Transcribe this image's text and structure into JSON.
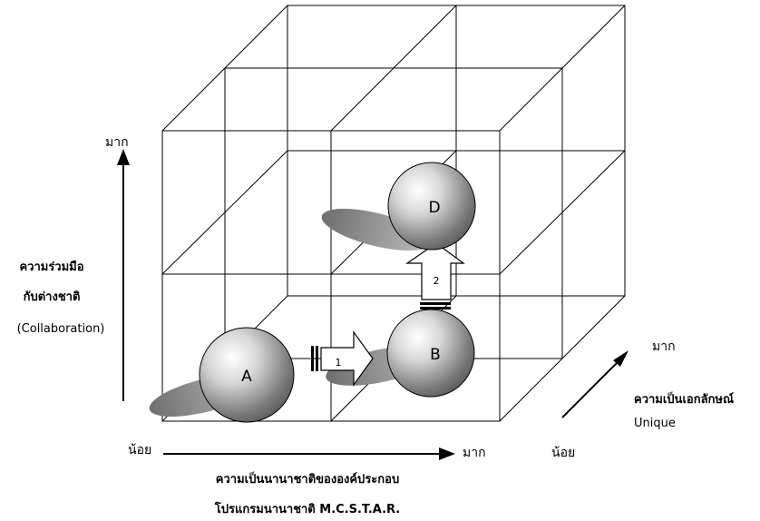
{
  "axes": {
    "vertical": {
      "high": "มาก",
      "title_line1": "ความร่วมมือ",
      "title_line2": "กับต่างชาติ",
      "title_en": "(Collaboration)"
    },
    "horizontal": {
      "low": "น้อย",
      "high": "มาก",
      "title_line1": "ความเป็นนานาชาติขององค์ประกอบ",
      "title_line2": "โปรแกรมนานาชาติ M.C.S.T.A.R."
    },
    "depth": {
      "low": "น้อย",
      "high": "มาก",
      "title": "ความเป็นเอกลักษณ์",
      "title_en": "Unique"
    }
  },
  "nodes": {
    "a": "A",
    "b": "B",
    "d": "D"
  },
  "transitions": {
    "step1": "1",
    "step2": "2"
  }
}
